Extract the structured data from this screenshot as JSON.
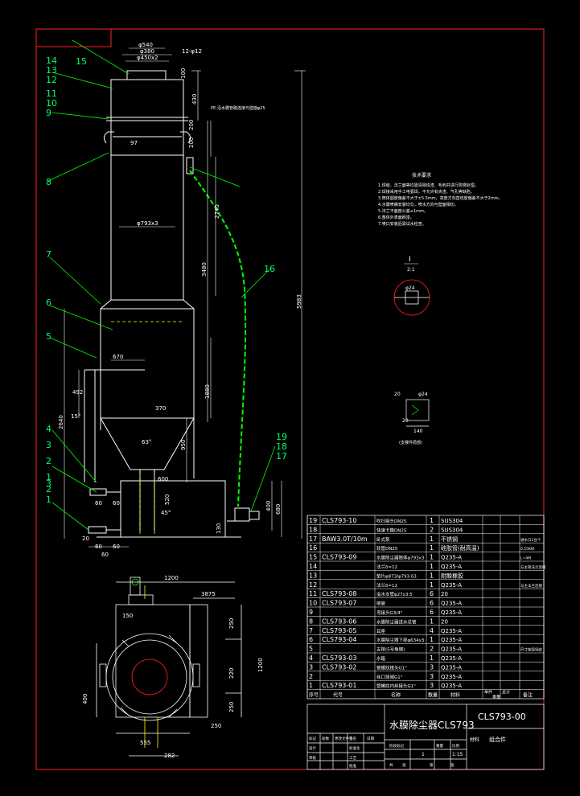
{
  "drawing": {
    "colors": {
      "background": "#000000",
      "frame": "#ff2020",
      "outline": "#ffffff",
      "dimension": "#ffffff",
      "leader": "#00ff00",
      "hidden": "#ffff00",
      "text": "#ffffff",
      "label_green": "#00ff66",
      "cyan": "#00ffff"
    },
    "top_dims": {
      "d1": "φ540",
      "d2": "φ380",
      "d3": "φ450x2",
      "holes": "12-φ12"
    },
    "part_numbers_left": [
      "14",
      "13",
      "12",
      "11",
      "10",
      "9",
      "8",
      "7",
      "6",
      "5",
      "4",
      "3",
      "2",
      "1",
      "3",
      "2",
      "1"
    ],
    "part_numbers_right": [
      "15",
      "16",
      "19",
      "18",
      "17"
    ],
    "inline_dims": {
      "shell_dia": "φ793x3",
      "cone_angle": "63°",
      "slope": "45°",
      "width_670": "670",
      "d370": "370",
      "d492": "492",
      "d15": "15°"
    },
    "vertical_dims": [
      "100",
      "430",
      "200",
      "200",
      "2740",
      "3480",
      "5983",
      "1880",
      "2640",
      "950",
      "400",
      "680",
      "520",
      "130",
      "97"
    ],
    "bottom_dims": [
      "60",
      "60",
      "20",
      "60",
      "60",
      "60",
      "600"
    ],
    "note_pipe": "PE-沿水膜管路连接与壁面φ25",
    "tech_requirements": {
      "title": "技术要求",
      "lines": [
        "1.焊缝、法兰面等均需清除焊渣、毛刺并进行防锈处理。",
        "2.焊接采用手工电弧焊，不允许有夹渣、气孔等缺陷。",
        "3.筒体圆度偏差不大于±5.5mm，高度方向直线度偏差不大于2mm。",
        "4.水膜喷嘴安装均匀，喷水方向与壁面相切。",
        "5.法兰平面度公差≤1mm。",
        "6.整体外表面刷漆。",
        "7.喷口安装后需试水检查。"
      ]
    },
    "detail_I": {
      "label": "I",
      "scale": "2:1",
      "dim": "φ24"
    },
    "detail_bracket": {
      "d1": "20",
      "d2": "φ24",
      "d3": "140",
      "d4": "20",
      "caption": "(支撑件局部)"
    },
    "plan_view": {
      "dims": [
        "1200",
        "3875",
        "150",
        "250",
        "1200",
        "220",
        "250",
        "250",
        "400",
        "555",
        "282"
      ]
    },
    "parts_table": {
      "rows": [
        {
          "no": "19",
          "code": "CLS793-10",
          "name": "吹扫接头DN25",
          "qty": "1",
          "material": "SUS304",
          "note": ""
        },
        {
          "no": "18",
          "code": "",
          "name": "快速卡箍DN25",
          "qty": "2",
          "material": "SUS304",
          "note": ""
        },
        {
          "no": "17",
          "code": "BAW3.0T/10m",
          "name": "卧式泵",
          "qty": "1",
          "material": "不锈钢",
          "note": "进水口1台个"
        },
        {
          "no": "16",
          "code": "",
          "name": "软管DN25",
          "qty": "1",
          "material": "硅胶管(耐高温)",
          "note": "0.55KW"
        },
        {
          "no": "15",
          "code": "CLS793-09",
          "name": "水膜除尘器筒体φ793x3",
          "qty": "1",
          "material": "Q235-A",
          "note": "L=4M"
        },
        {
          "no": "14",
          "code": "",
          "name": "法兰δ=12",
          "qty": "1",
          "material": "Q235-A",
          "note": "与主管法兰连接"
        },
        {
          "no": "13",
          "code": "",
          "name": "垫片φ873/φ793 δ3",
          "qty": "1",
          "material": "耐酸橡胶",
          "note": ""
        },
        {
          "no": "12",
          "code": "",
          "name": "法兰δ=12",
          "qty": "1",
          "material": "Q235-A",
          "note": "与主法兰连接"
        },
        {
          "no": "11",
          "code": "CLS793-08",
          "name": "溢水支管φ27x3.5",
          "qty": "6",
          "material": "20",
          "note": ""
        },
        {
          "no": "10",
          "code": "CLS793-07",
          "name": "喷管",
          "qty": "6",
          "material": "Q235-A",
          "note": ""
        },
        {
          "no": "9",
          "code": "",
          "name": "弯接头G3/4\"",
          "qty": "6",
          "material": "Q235-A",
          "note": ""
        },
        {
          "no": "8",
          "code": "CLS793-06",
          "name": "水膜除尘器进水总管",
          "qty": "1",
          "material": "20",
          "note": ""
        },
        {
          "no": "7",
          "code": "CLS793-05",
          "name": "耳座",
          "qty": "4",
          "material": "Q235-A",
          "note": ""
        },
        {
          "no": "6",
          "code": "CLS793-04",
          "name": "水膜除尘器下部φ634x3",
          "qty": "1",
          "material": "Q235-A",
          "note": ""
        },
        {
          "no": "5",
          "code": "",
          "name": "支撑(5号角钢)",
          "qty": "2",
          "material": "Q235-A",
          "note": "尺寸按现场定"
        },
        {
          "no": "4",
          "code": "CLS793-03",
          "name": "水箱",
          "qty": "1",
          "material": "Q235-A",
          "note": ""
        },
        {
          "no": "3",
          "code": "CLS793-02",
          "name": "管螺纹接头G1\"",
          "qty": "3",
          "material": "Q235-A",
          "note": ""
        },
        {
          "no": "2",
          "code": "",
          "name": "丝口球阀G1\"",
          "qty": "3",
          "material": "Q235-A",
          "note": ""
        },
        {
          "no": "1",
          "code": "CLS793-01",
          "name": "管螺纹内丝接头G1\"",
          "qty": "3",
          "material": "Q235-A",
          "note": ""
        }
      ],
      "header": {
        "no": "序号",
        "code": "代号",
        "name": "名称",
        "qty": "数量",
        "material": "材料",
        "unit": "单件",
        "total": "总计",
        "weight": "重量",
        "note": "备注"
      }
    },
    "title_block": {
      "product": "水膜除尘器CLS793",
      "drawing_no": "CLS793-00",
      "subtitle": "组合件",
      "material_label": "材料",
      "scale": "1:15",
      "sheet": "1",
      "grid_labels": [
        "标记",
        "处数",
        "更改文件号",
        "签名",
        "日期",
        "设计",
        "标准化",
        "审核",
        "工艺",
        "批准",
        "阶段标记",
        "重量",
        "比例",
        "共",
        "张",
        "第",
        "张"
      ]
    }
  }
}
